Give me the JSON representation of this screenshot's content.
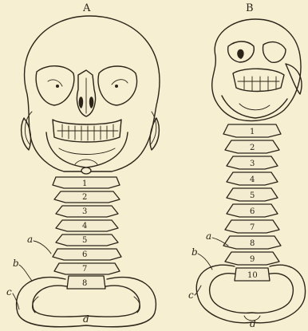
{
  "panels": [
    {
      "label": "A",
      "vertebrae": [
        "1",
        "2",
        "3",
        "4",
        "5",
        "6",
        "7",
        "8"
      ],
      "letters": [
        "a",
        "b",
        "c",
        "d"
      ]
    },
    {
      "label": "B",
      "vertebrae": [
        "1",
        "2",
        "3",
        "4",
        "5",
        "6",
        "7",
        "8",
        "9",
        "10"
      ],
      "letters": [
        "a",
        "b",
        "c",
        "d"
      ]
    }
  ]
}
